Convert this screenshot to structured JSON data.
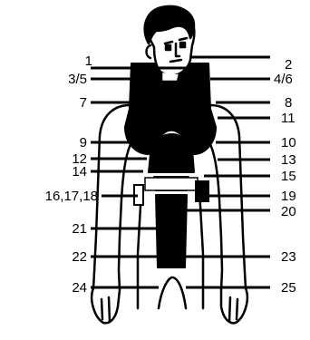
{
  "labels_left": [
    {
      "id": "l1",
      "text": "1"
    },
    {
      "id": "l35",
      "text": "3/5"
    },
    {
      "id": "l7",
      "text": "7"
    },
    {
      "id": "l9",
      "text": "9"
    },
    {
      "id": "l12",
      "text": "12"
    },
    {
      "id": "l14",
      "text": "14"
    },
    {
      "id": "l161718",
      "text": "16,17,18"
    },
    {
      "id": "l21",
      "text": "21"
    },
    {
      "id": "l22",
      "text": "22"
    },
    {
      "id": "l24",
      "text": "24"
    }
  ],
  "labels_right": [
    {
      "id": "r2",
      "text": "2"
    },
    {
      "id": "r46",
      "text": "4/6"
    },
    {
      "id": "r8",
      "text": "8"
    },
    {
      "id": "r11",
      "text": "11"
    },
    {
      "id": "r10",
      "text": "10"
    },
    {
      "id": "r13",
      "text": "13"
    },
    {
      "id": "r15",
      "text": "15"
    },
    {
      "id": "r19",
      "text": "19"
    },
    {
      "id": "r20",
      "text": "20"
    },
    {
      "id": "r23",
      "text": "23"
    },
    {
      "id": "r25",
      "text": "25"
    }
  ],
  "colors": {
    "ink": "#000000",
    "paper": "#ffffff"
  }
}
